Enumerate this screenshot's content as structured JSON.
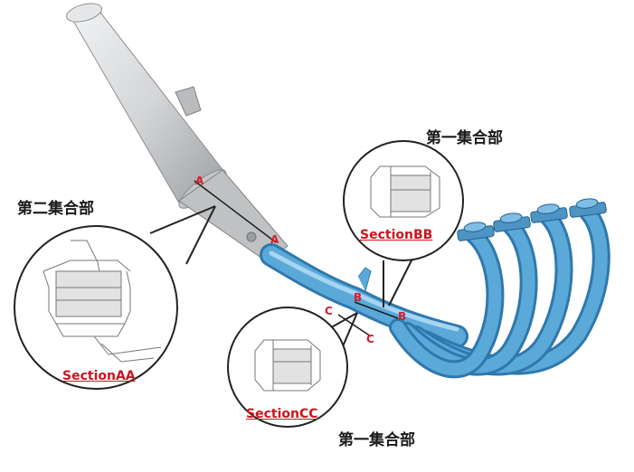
{
  "labels": {
    "collector_second_top_left": "第二集合部",
    "collector_first_top_right": "第一集合部",
    "collector_first_bottom": "第一集合部"
  },
  "sections": {
    "aa": "SectionAA",
    "bb": "SectionBB",
    "cc": "SectionCC"
  },
  "markers": {
    "a": "A",
    "b": "B",
    "c": "C"
  },
  "colors": {
    "pipe_blue": "#5aa9d8",
    "muffler_gray": "#cfd1d3",
    "section_label_red": "#c8161d",
    "marker_red": "#d21e2b"
  }
}
